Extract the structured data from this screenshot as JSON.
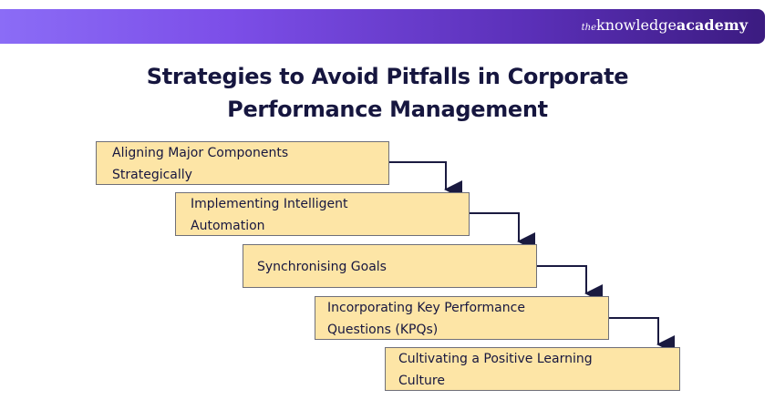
{
  "brand": {
    "prefix": "the",
    "middle": "knowledge",
    "bold": "academy"
  },
  "title": {
    "line1": "Strategies to Avoid Pitfalls in Corporate",
    "line2": "Performance Management"
  },
  "steps": [
    "Aligning Major Components Strategically",
    "Implementing Intelligent Automation",
    "Synchronising Goals",
    "Incorporating Key Performance Questions (KPQs)",
    "Cultivating a Positive Learning Culture"
  ],
  "colors": {
    "box_fill": "#fde5a6",
    "box_border": "#6f6f78",
    "text": "#16163f",
    "arrow": "#1a1a40",
    "banner_start": "#8b6cf6",
    "banner_end": "#3b1b80"
  }
}
